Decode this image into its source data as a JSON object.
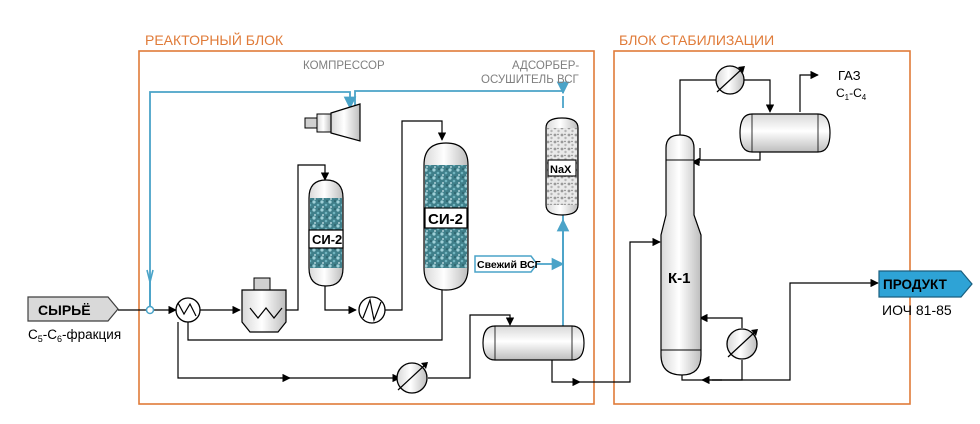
{
  "blocks": {
    "reactor": "РЕАКТОРНЫЙ БЛОК",
    "stabilization": "БЛОК СТАБИЛИЗАЦИИ"
  },
  "labels": {
    "compressor": "КОМПРЕССОР",
    "adsorber_line1": "АДСОРБЕР-",
    "adsorber_line2": "ОСУШИТЕЛЬ ВСГ",
    "reactor_small": "СИ-2",
    "reactor_big": "СИ-2",
    "adsorbent": "NaX",
    "fresh_gas": "Свежий ВСГ",
    "column": "К-1",
    "gas_main": "ГАЗ",
    "gas_sub_c1": "С",
    "gas_sub_1": "1",
    "gas_sub_dash": "-С",
    "gas_sub_4": "4"
  },
  "feed": {
    "tag": "СЫРЬЁ",
    "sub_c": "С",
    "sub_5": "5",
    "sub_mid": "-С",
    "sub_6": "6",
    "sub_tail": "-фракция"
  },
  "product": {
    "tag": "ПРОДУКТ",
    "sub": "ИОЧ 81-85"
  },
  "colors": {
    "block_border": "#e07b39",
    "block_label": "#e07b39",
    "gas_line": "#4aa3c8",
    "product_tag": "#2ea3d6",
    "feed_tag": "#d9d9d9",
    "catalyst": "#3f7f8a"
  }
}
